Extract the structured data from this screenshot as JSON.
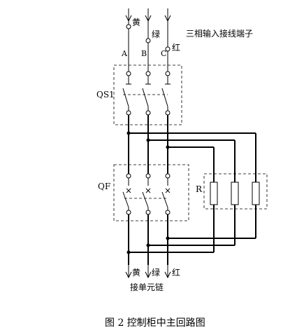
{
  "terminals_top": {
    "yellow": "黄",
    "green": "绿",
    "red": "红"
  },
  "terminal_note": "三相输入接线端子",
  "phases": {
    "a": "A",
    "b": "B",
    "c": "C"
  },
  "switch_label": "QS1",
  "breaker_label": "QF",
  "resistor_label": "R",
  "terminals_bottom": {
    "yellow": "黄",
    "green": "绿",
    "red": "红"
  },
  "bottom_note": "接单元链",
  "caption": "图 2  控制柜中主回路图"
}
